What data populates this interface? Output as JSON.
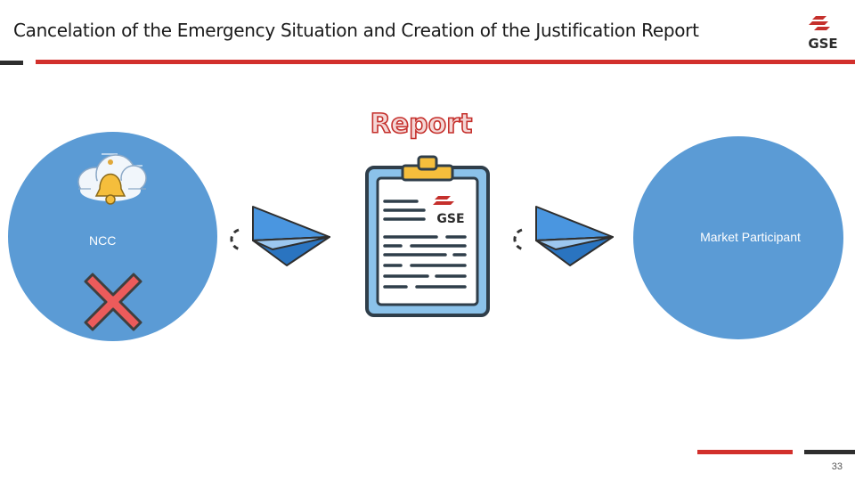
{
  "slide": {
    "title": "Cancelation of the Emergency Situation and Creation of the Justification Report",
    "page_number": "33"
  },
  "brand": {
    "logo_text": "GSE",
    "logo_color": "#c5302c",
    "accent_red": "#d2302c",
    "accent_dark": "#2e2e2e",
    "circle_color": "#5b9bd5"
  },
  "diagram": {
    "report_label": "Report",
    "ncc_label": "NCC",
    "market_participant_label": "Market Participant",
    "clipboard_logo_text": "GSE"
  },
  "icons": [
    "bell-cloud-icon",
    "cancel-x-icon",
    "paper-plane-icon",
    "clipboard-report-icon"
  ]
}
